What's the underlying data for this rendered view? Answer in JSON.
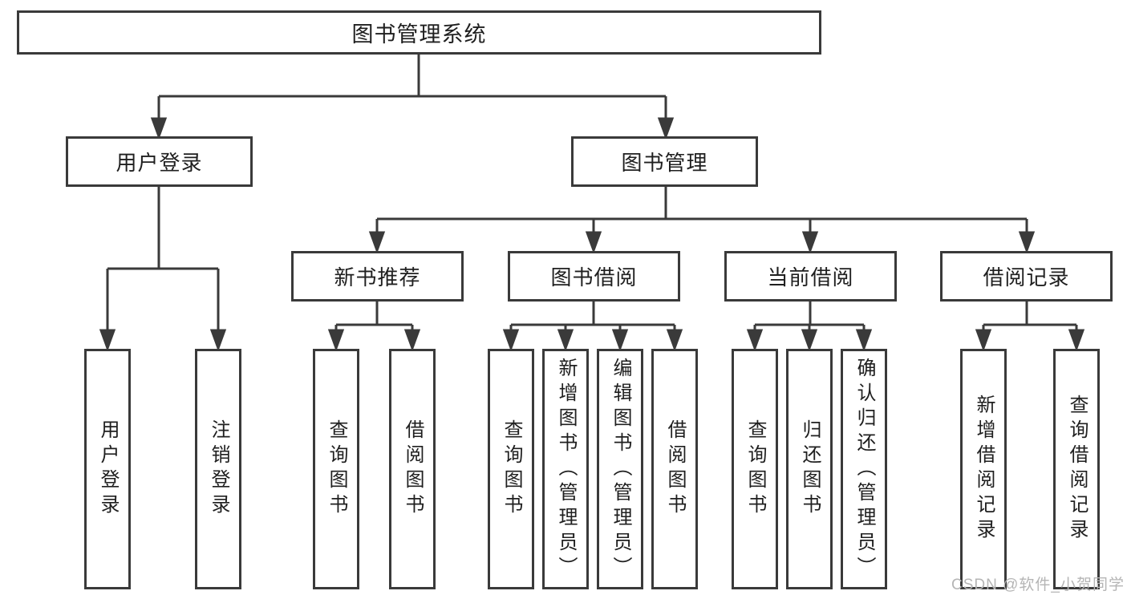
{
  "colors": {
    "background": "#ffffff",
    "line": "#3a3a3a",
    "box_border": "#3a3a3a",
    "text": "#1f1f1f",
    "watermark": "#b5b5b5"
  },
  "diagram": {
    "root": "图书管理系统",
    "user_login": {
      "label": "用户登录",
      "children": [
        "用户登录",
        "注销登录"
      ]
    },
    "book_mgmt": {
      "label": "图书管理"
    },
    "new_books": {
      "label": "新书推荐",
      "children": [
        "查询图书",
        "借阅图书"
      ]
    },
    "borrowing": {
      "label": "图书借阅",
      "children": [
        "查询图书",
        "新增图书（管理员）",
        "编辑图书（管理员）",
        "借阅图书"
      ]
    },
    "current_borrow": {
      "label": "当前借阅",
      "children": [
        "查询图书",
        "归还图书",
        "确认归还（管理员）"
      ]
    },
    "borrow_records": {
      "label": "借阅记录",
      "children": [
        "新增借阅记录",
        "查询借阅记录"
      ]
    }
  },
  "watermark": "CSDN @软件_小贺同学"
}
